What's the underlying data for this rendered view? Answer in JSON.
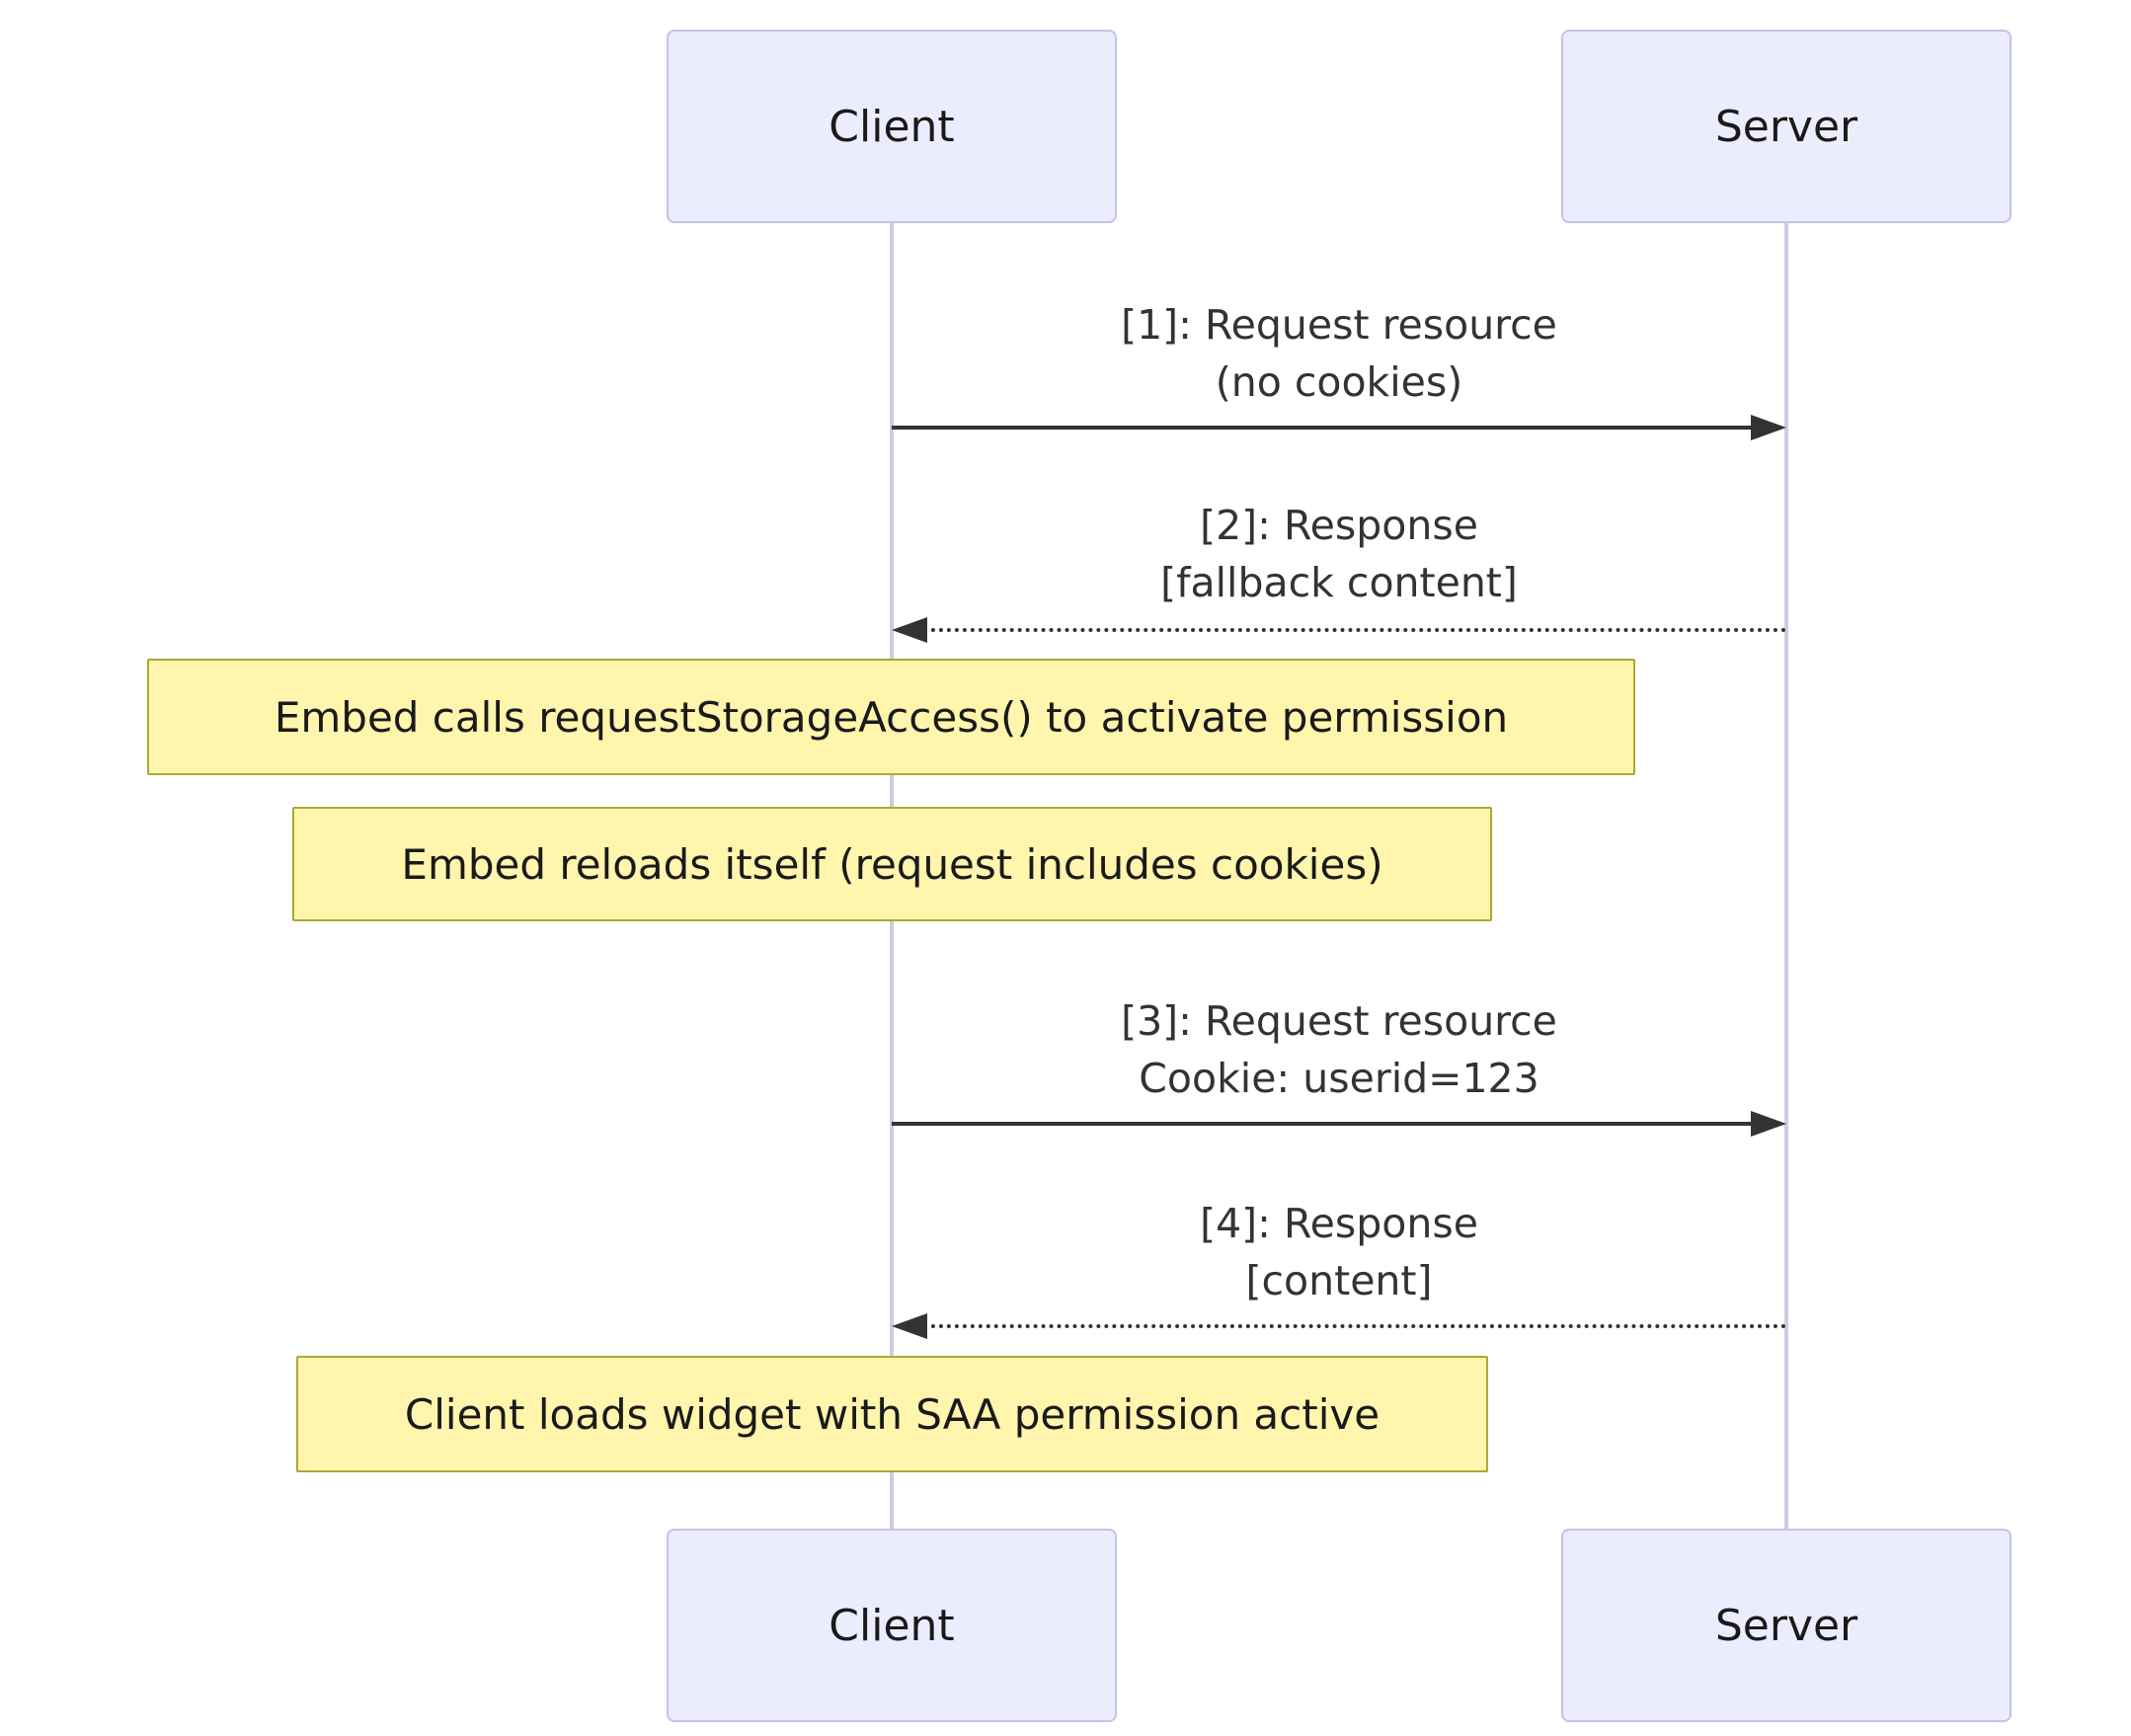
{
  "diagram": {
    "type": "sequence",
    "actors": [
      {
        "name": "Client"
      },
      {
        "name": "Server"
      }
    ],
    "messages": [
      {
        "line1": "[1]: Request resource",
        "line2": "(no cookies)",
        "style": "solid",
        "from": "Client",
        "to": "Server"
      },
      {
        "line1": "[2]: Response",
        "line2": "[fallback content]",
        "style": "dashed",
        "from": "Server",
        "to": "Client"
      },
      {
        "line1": "[3]: Request resource",
        "line2": "Cookie: userid=123",
        "style": "solid",
        "from": "Client",
        "to": "Server"
      },
      {
        "line1": "[4]: Response",
        "line2": "[content]",
        "style": "dashed",
        "from": "Server",
        "to": "Client"
      }
    ],
    "notes": [
      {
        "text": "Embed calls requestStorageAccess() to activate permission"
      },
      {
        "text": "Embed reloads itself (request includes cookies)"
      },
      {
        "text": "Client loads widget with SAA permission active"
      }
    ],
    "colors": {
      "actor_fill": "#ECECFF",
      "actor_border": "#C5C1E8",
      "note_fill": "#FFF5AD",
      "note_border": "#AAAA33",
      "lifeline": "#CCCCE0",
      "arrow": "#333333",
      "text": "#1A1A1A"
    }
  }
}
